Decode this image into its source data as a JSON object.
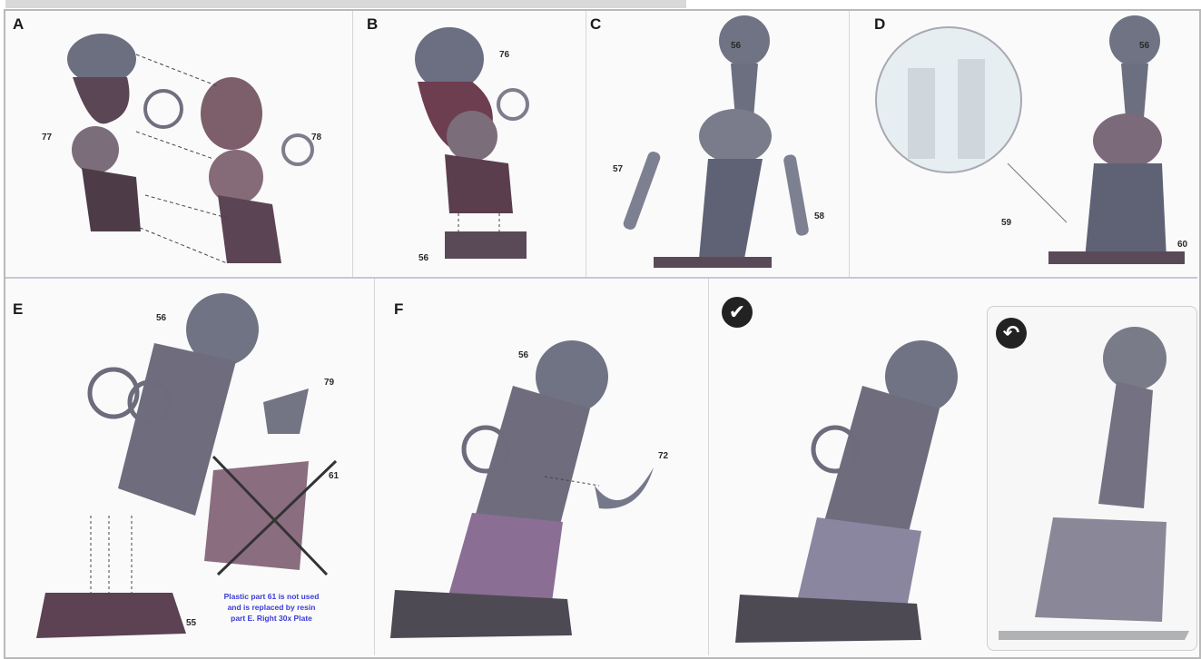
{
  "steps": {
    "a": {
      "letter": "A",
      "parts": [
        "77",
        "78"
      ]
    },
    "b": {
      "letter": "B",
      "parts": [
        "76",
        "56"
      ]
    },
    "c": {
      "letter": "C",
      "parts": [
        "56",
        "57",
        "58"
      ]
    },
    "d": {
      "letter": "D",
      "parts": [
        "56",
        "59",
        "60"
      ]
    },
    "e": {
      "letter": "E",
      "parts": [
        "56",
        "79",
        "61",
        "55"
      ]
    },
    "f": {
      "letter": "F",
      "parts": [
        "56",
        "72"
      ]
    }
  },
  "badges": {
    "check": "✔",
    "reverse": "↶"
  },
  "note": "Plastic part 61 is not used and is replaced by resin part E. Right 30x Plate",
  "colors": {
    "accent_note": "#3b3bd8",
    "metal": "#8a8fa3",
    "shadow": "#4a3a44",
    "divider": "#c7c7d6"
  }
}
